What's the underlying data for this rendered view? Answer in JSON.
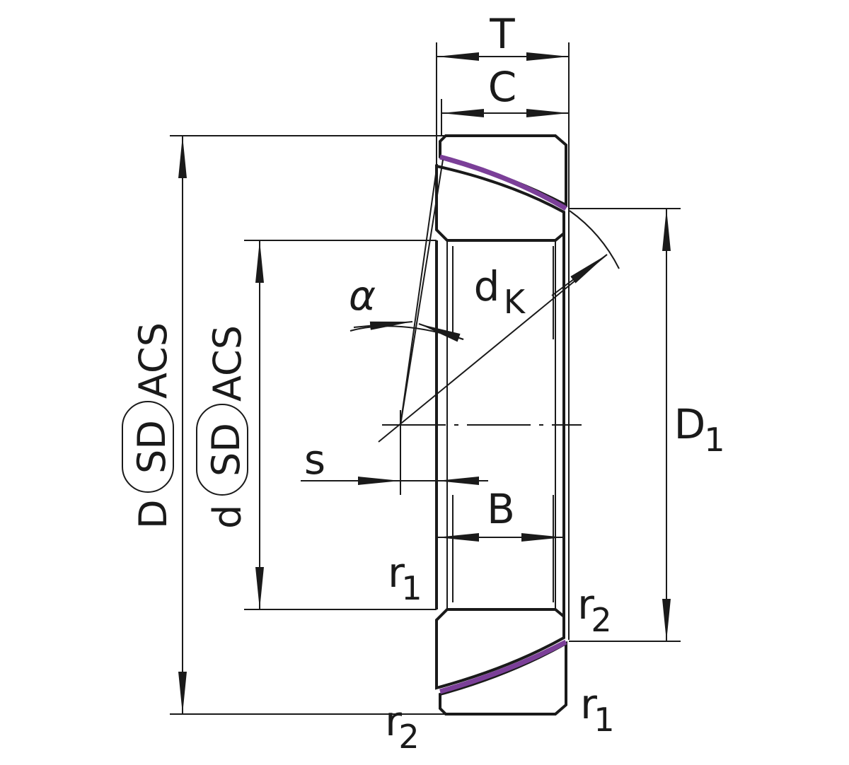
{
  "dimensions": {
    "T": "T",
    "C": "C",
    "B": "B",
    "s": "s",
    "alpha": "α",
    "dK_main": "d",
    "dK_sub": "K",
    "D1_main": "D",
    "D1_sub": "1",
    "r1": "r",
    "r1_sub": "1",
    "r2": "r",
    "r2_sub": "2"
  },
  "tolerance_labels": {
    "outer": {
      "letter": "D",
      "badge": "SD",
      "suffix": "ACS"
    },
    "inner": {
      "letter": "d",
      "badge": "SD",
      "suffix": "ACS"
    }
  },
  "colors": {
    "line": "#1a1a1a",
    "sliding_layer": "#7b3f98"
  }
}
